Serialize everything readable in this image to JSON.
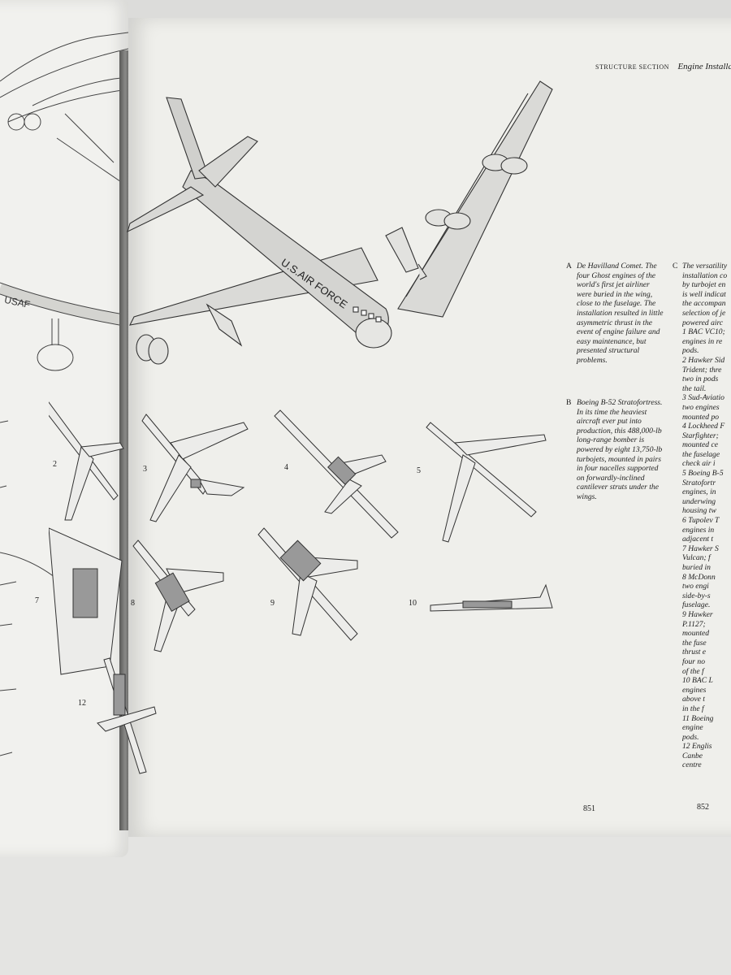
{
  "header": {
    "section": "STRUCTURE SECTION",
    "title": "Engine Installati"
  },
  "caption_a": {
    "letter": "A",
    "text": "De Havilland Comet. The four Ghost engines of the world's first jet airliner were buried in the wing, close to the fuselage. The installation resulted in little asymmetric thrust in the event of engine failure and easy maintenance, but presented structural problems."
  },
  "caption_b": {
    "letter": "B",
    "text": "Boeing B-52 Stratofortress. In its time the heaviest aircraft ever put into production, this 488,000-lb long-range bomber is powered by eight 13,750-lb turbojets, mounted in pairs in four nacelles supported on forwardly-inclined cantilever struts under the wings."
  },
  "caption_c": {
    "letter": "C",
    "lines": [
      "The versatility",
      "installation co",
      "by turbojet en",
      "is well indicat",
      "the accompan",
      "selection of je",
      "powered airc",
      "1 BAC VC10;",
      "engines in re",
      "pods.",
      "2 Hawker Sid",
      "Trident; thre",
      "two in pods",
      "the tail.",
      "3 Sud-Aviatio",
      "two engines",
      "mounted po",
      "4 Lockheed F",
      "Starfighter;",
      "mounted ce",
      "the fuselage",
      "check air i",
      "5 Boeing B-5",
      "Stratofortr",
      "engines, in",
      "underwing",
      "housing tw",
      "6 Tupolev T",
      "engines in",
      "adjacent t",
      "7 Hawker S",
      "Vulcan; f",
      "buried in",
      "8 McDonn",
      "two engi",
      "side-by-s",
      "fuselage.",
      "9 Hawker",
      "P.1127;",
      "mounted",
      "the fuse",
      "thrust e",
      "four no",
      "of the f",
      "10 BAC L",
      "engines",
      "above t",
      "in the f",
      "11 Boeing",
      "engine",
      "pods.",
      "12 Englis",
      "Canbe",
      "centre"
    ]
  },
  "figure_numbers": [
    "2",
    "3",
    "4",
    "5",
    "7",
    "8",
    "9",
    "10",
    "12"
  ],
  "aircraft_markings": {
    "fuselage": "U.S.AIR FORCE",
    "wing": "USAF"
  },
  "page_numbers": {
    "left": "851",
    "right": "852"
  }
}
